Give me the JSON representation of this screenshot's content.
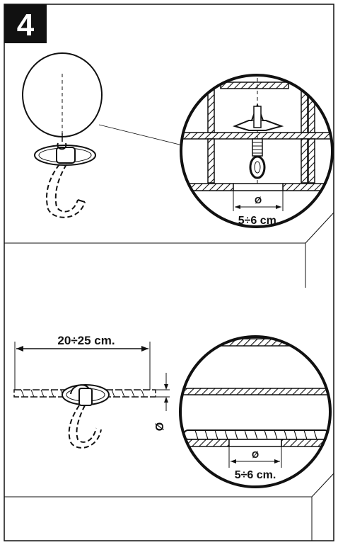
{
  "step": {
    "number": "4"
  },
  "top_panel": {
    "diameter_symbol": "Ø",
    "dimension_label": "5÷6 cm."
  },
  "bottom_panel": {
    "span_label": "20÷25 cm.",
    "pipe_diameter_symbol": "Ø",
    "diameter_symbol": "Ø",
    "dimension_label": "5÷6 cm."
  }
}
